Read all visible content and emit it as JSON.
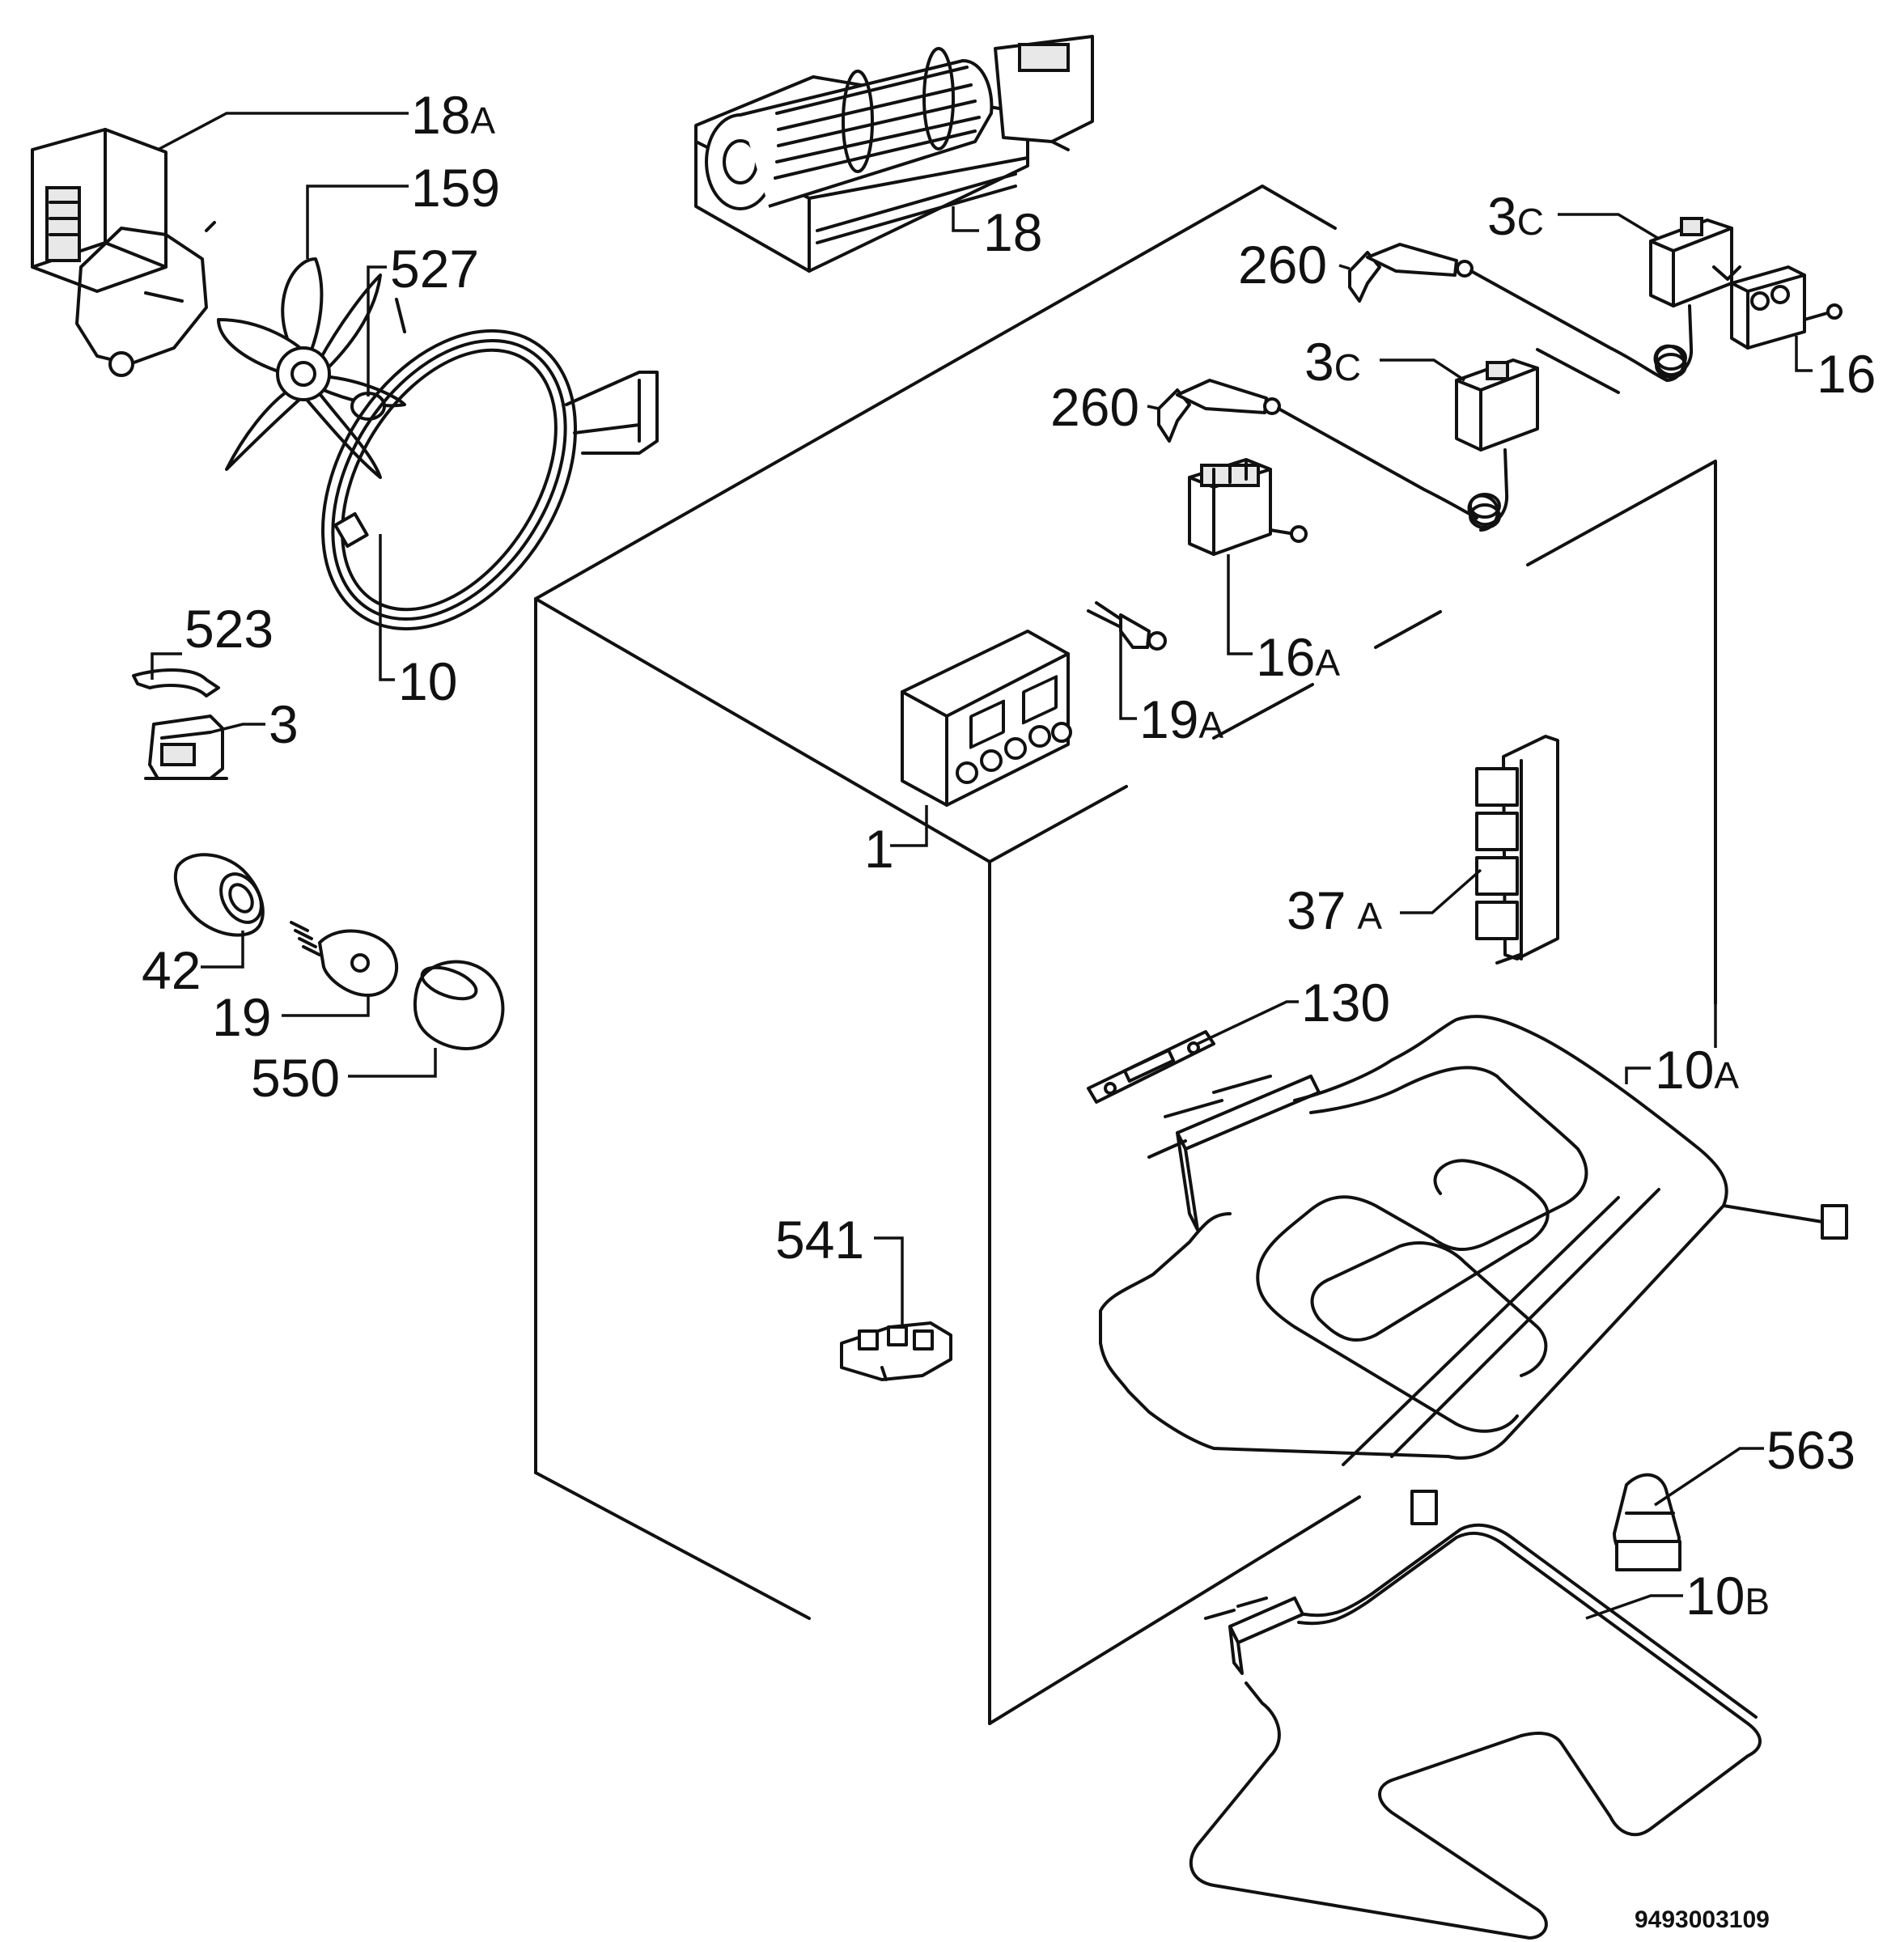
{
  "callouts": {
    "c18A": {
      "num": "18",
      "suffix": "A"
    },
    "c159": {
      "num": "159",
      "suffix": ""
    },
    "c527": {
      "num": "527",
      "suffix": ""
    },
    "c18": {
      "num": "18",
      "suffix": ""
    },
    "c260a": {
      "num": "260",
      "suffix": ""
    },
    "c3Ca": {
      "num": "3",
      "suffix": "C"
    },
    "c16": {
      "num": "16",
      "suffix": ""
    },
    "c3Cb": {
      "num": "3",
      "suffix": "C"
    },
    "c260b": {
      "num": "260",
      "suffix": ""
    },
    "c16A": {
      "num": "16",
      "suffix": "A"
    },
    "c10": {
      "num": "10",
      "suffix": ""
    },
    "c523": {
      "num": "523",
      "suffix": ""
    },
    "c3": {
      "num": "3",
      "suffix": ""
    },
    "c19A": {
      "num": "19",
      "suffix": "A"
    },
    "c1": {
      "num": "1",
      "suffix": ""
    },
    "c37A": {
      "num": "37",
      "suffix": "A"
    },
    "c42": {
      "num": "42",
      "suffix": ""
    },
    "c19": {
      "num": "19",
      "suffix": ""
    },
    "c550": {
      "num": "550",
      "suffix": ""
    },
    "c130": {
      "num": "130",
      "suffix": ""
    },
    "c10A": {
      "num": "10",
      "suffix": "A"
    },
    "c541": {
      "num": "541",
      "suffix": ""
    },
    "c563": {
      "num": "563",
      "suffix": ""
    },
    "c10B": {
      "num": "10",
      "suffix": "B"
    }
  },
  "document_number": "9493003109"
}
